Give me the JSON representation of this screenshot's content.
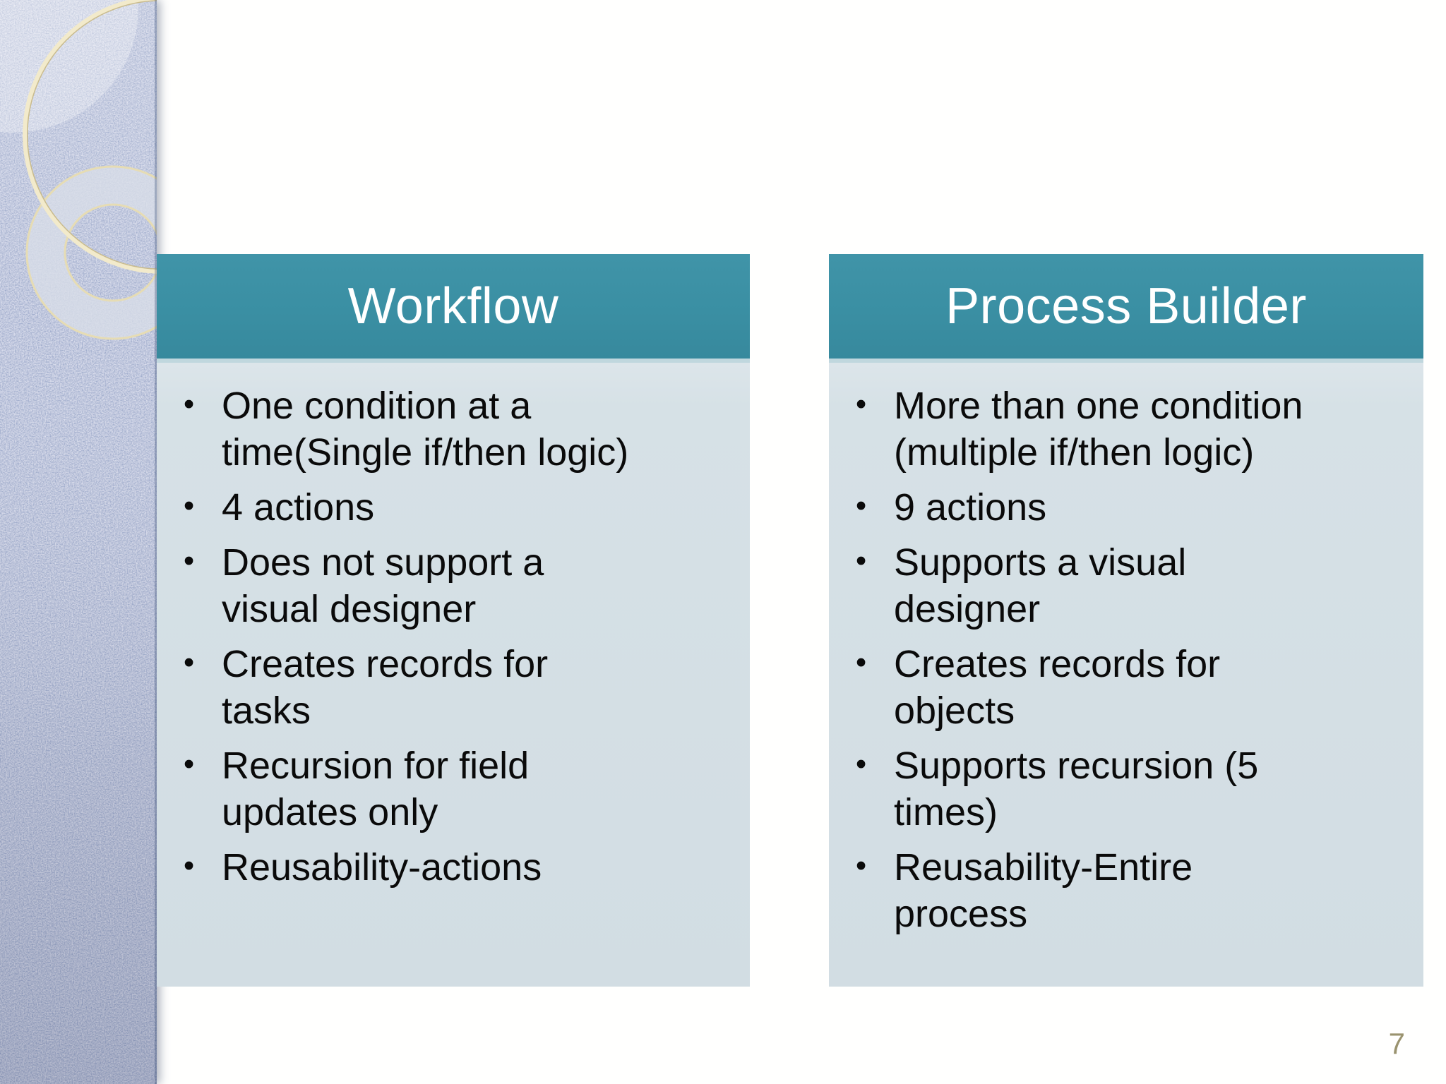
{
  "slide": {
    "page_number": "7",
    "columns": [
      {
        "title": "Workflow",
        "bullets": [
          "One condition at a\ntime(Single if/then logic)",
          "4 actions",
          "Does not support a\nvisual designer",
          "Creates records for\ntasks",
          "Recursion for field\nupdates only",
          "Reusability-actions"
        ]
      },
      {
        "title": "Process Builder",
        "bullets": [
          "More than one condition\n(multiple if/then logic)",
          "9 actions",
          "Supports a visual\ndesigner",
          "Creates records for\nobjects",
          "Supports recursion (5\ntimes)",
          "Reusability-Entire\nprocess"
        ]
      }
    ]
  },
  "colors": {
    "header_teal": "#3a8fa3",
    "header_teal_light": "#4094a8",
    "header_teal_dark": "#37899d",
    "panel_body": "#d6e1e6",
    "body_text": "#0a0a0a",
    "sidebar_blue": "#5b7ab8",
    "accent_cream": "#f2eacb",
    "accent_gold": "#c9bb8d",
    "ring_gray": "#d9dee8",
    "page_number": "#9a936f"
  }
}
